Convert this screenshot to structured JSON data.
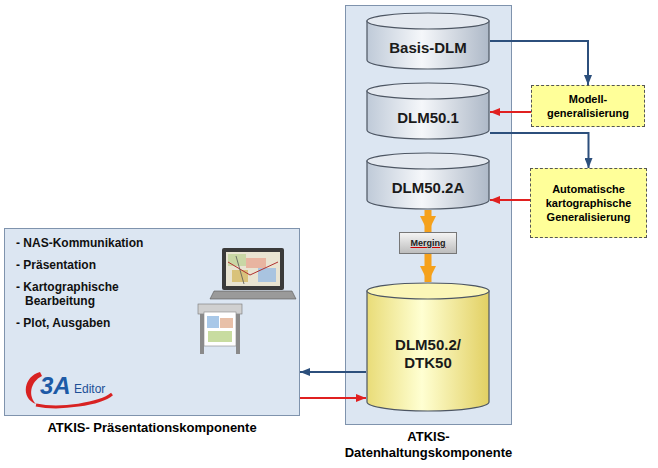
{
  "diagram": {
    "nodes": [
      {
        "text": [
          "- NAS-Kommunikation",
          "- Präsentation",
          "- Kartographische Bearbeitung",
          "- Plot, Ausgaben",
          "ATKIS- Präsentationskomponente"
        ]
      },
      {
        "text": [
          "ATKIS- Datenhaltungskomponente"
        ]
      },
      {
        "text": [
          "Basis-DLM"
        ],
        "in": 1
      },
      {
        "text": [
          "Modell- generalisierung"
        ]
      },
      {
        "text": [
          "DLM50.1"
        ],
        "in": 1
      },
      {
        "text": [
          "Automatische kartographische Generalisierung"
        ]
      },
      {
        "text": [
          "DLM50.2A"
        ],
        "in": 1
      },
      {
        "text": [
          "Merging"
        ],
        "in": 1
      },
      {
        "text": [
          "DLM50.2/ DTK50"
        ],
        "in": 1
      }
    ],
    "edges": [
      {
        "from": 2,
        "to": 3,
        "arrow": "to"
      },
      {
        "from": 3,
        "to": 4,
        "arrow": "to"
      },
      {
        "from": 4,
        "to": 5,
        "arrow": "to"
      },
      {
        "from": 5,
        "to": 6,
        "arrow": "to"
      },
      {
        "from": 6,
        "to": 7,
        "arrow": "to"
      },
      {
        "from": 7,
        "to": 8,
        "arrow": "to"
      },
      {
        "from": 8,
        "to": 0,
        "arrow": "to"
      },
      {
        "from": 0,
        "to": 8,
        "arrow": "to"
      }
    ],
    "labels": [
      "3A",
      "Editor"
    ]
  }
}
